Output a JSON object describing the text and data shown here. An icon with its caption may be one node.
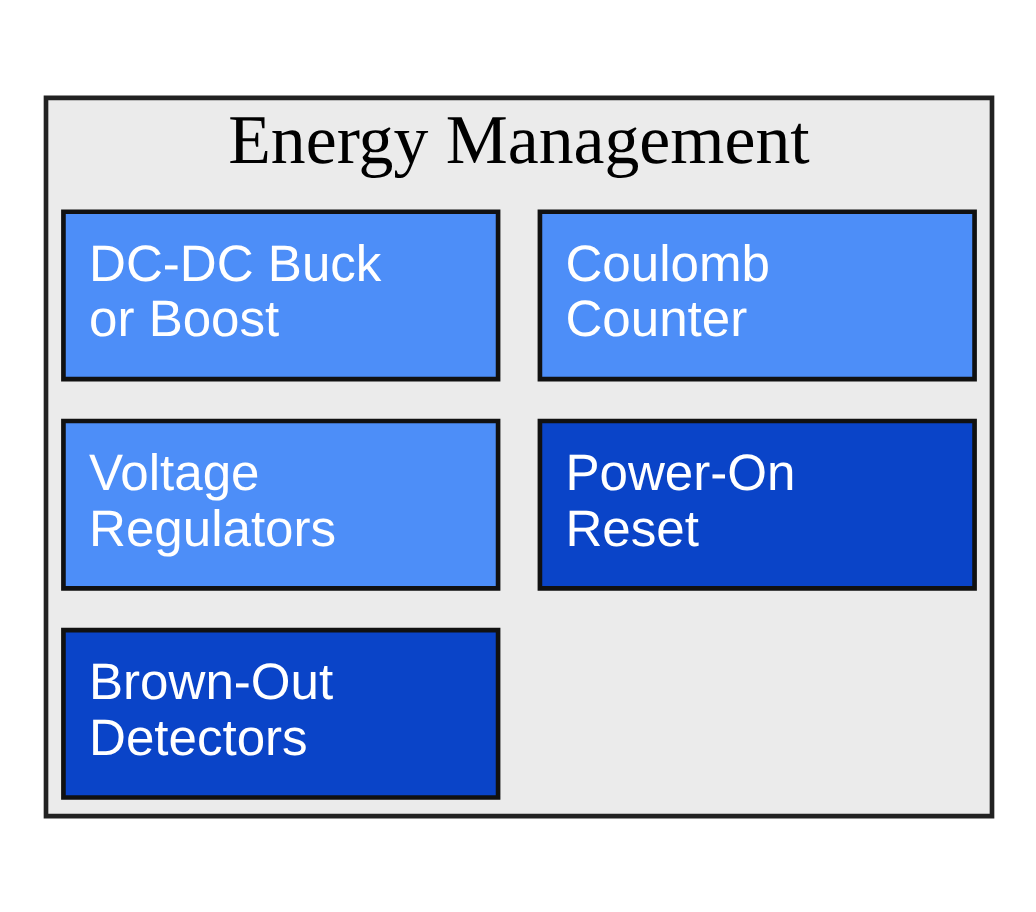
{
  "diagram": {
    "nodes": [
      {
        "text": [
          "Energy Management"
        ]
      },
      {
        "text": [
          "DC-DC Buck or Boost"
        ],
        "in": 0
      },
      {
        "text": [
          "Coulomb Counter"
        ],
        "in": 0
      },
      {
        "text": [
          "Voltage Regulators"
        ],
        "in": 0
      },
      {
        "text": [
          "Power-On Reset"
        ],
        "in": 0
      },
      {
        "text": [
          "Brown-Out Detectors"
        ],
        "in": 0
      }
    ],
    "edges": []
  }
}
